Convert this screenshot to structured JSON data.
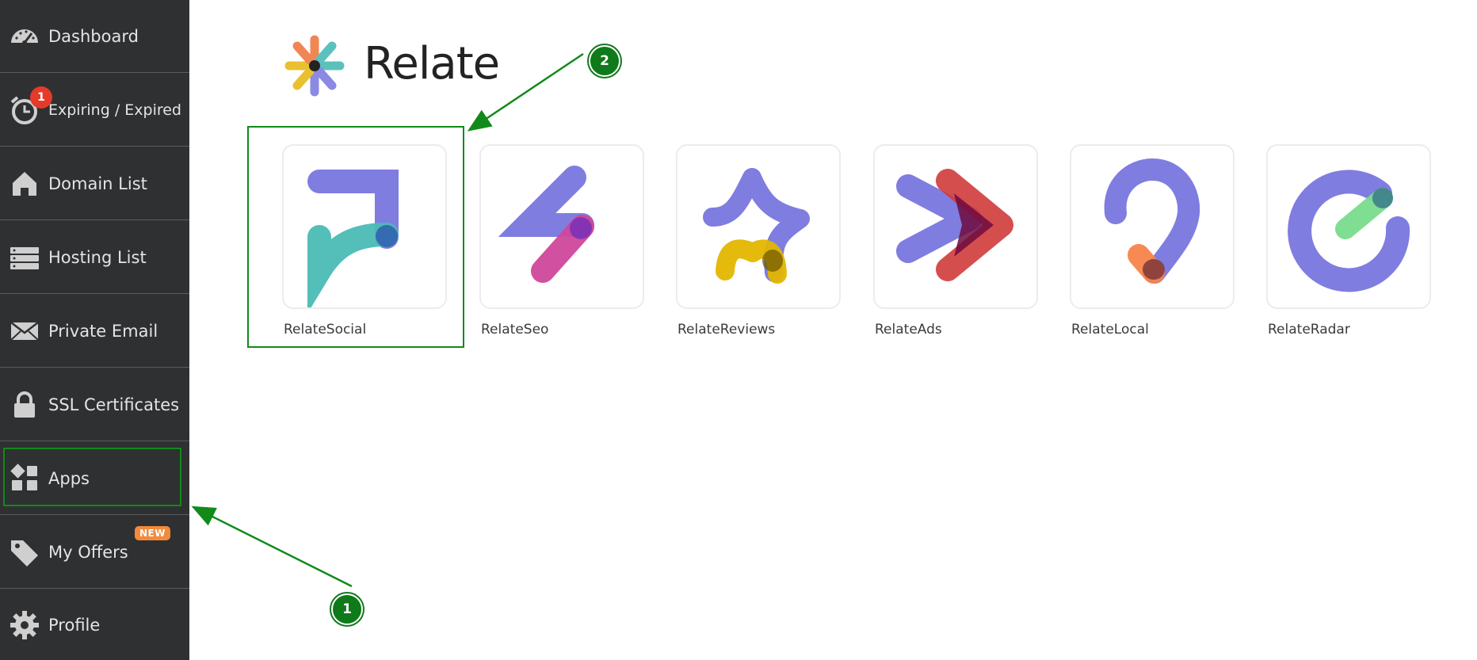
{
  "sidebar": {
    "items": [
      {
        "label": "Dashboard",
        "icon": "speedometer-icon"
      },
      {
        "label": "Expiring / Expired",
        "icon": "alarm-clock-icon",
        "badge": "1"
      },
      {
        "label": "Domain List",
        "icon": "home-icon"
      },
      {
        "label": "Hosting List",
        "icon": "server-icon"
      },
      {
        "label": "Private Email",
        "icon": "envelope-icon"
      },
      {
        "label": "SSL Certificates",
        "icon": "lock-icon"
      },
      {
        "label": "Apps",
        "icon": "apps-grid-icon"
      },
      {
        "label": "My Offers",
        "icon": "tag-icon",
        "badge": "NEW"
      },
      {
        "label": "Profile",
        "icon": "gear-icon"
      }
    ]
  },
  "brand": {
    "name": "Relate",
    "icon": "relate-logo-icon"
  },
  "apps": [
    {
      "label": "RelateSocial",
      "icon": "relate-social-icon"
    },
    {
      "label": "RelateSeo",
      "icon": "relate-seo-icon"
    },
    {
      "label": "RelateReviews",
      "icon": "relate-reviews-icon"
    },
    {
      "label": "RelateAds",
      "icon": "relate-ads-icon"
    },
    {
      "label": "RelateLocal",
      "icon": "relate-local-icon"
    },
    {
      "label": "RelateRadar",
      "icon": "relate-radar-icon"
    }
  ],
  "annotations": {
    "step1": "1",
    "step2": "2"
  },
  "colors": {
    "sidebar_bg": "#2f3032",
    "annotation_green": "#118a1a",
    "relate_purple": "#7f7de0",
    "relate_teal": "#4bbbb5",
    "alert_red": "#e53a2a",
    "offer_orange": "#f28a3c"
  }
}
